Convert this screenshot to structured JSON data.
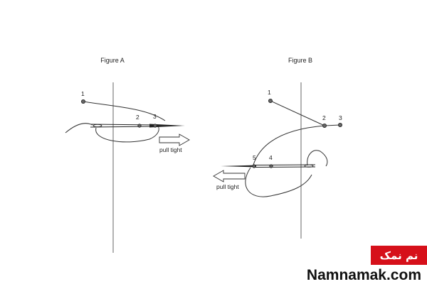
{
  "figure_a": {
    "title": "Figure A",
    "points": [
      "1",
      "2",
      "3"
    ],
    "pull_label": "pull tight"
  },
  "figure_b": {
    "title": "Figure B",
    "points": [
      "1",
      "2",
      "3",
      "4",
      "5"
    ],
    "pull_label": "pull tight"
  },
  "brand": {
    "logo_text": "نم نمک",
    "site": "Namnamak.com",
    "logo_color": "#d6101a"
  }
}
